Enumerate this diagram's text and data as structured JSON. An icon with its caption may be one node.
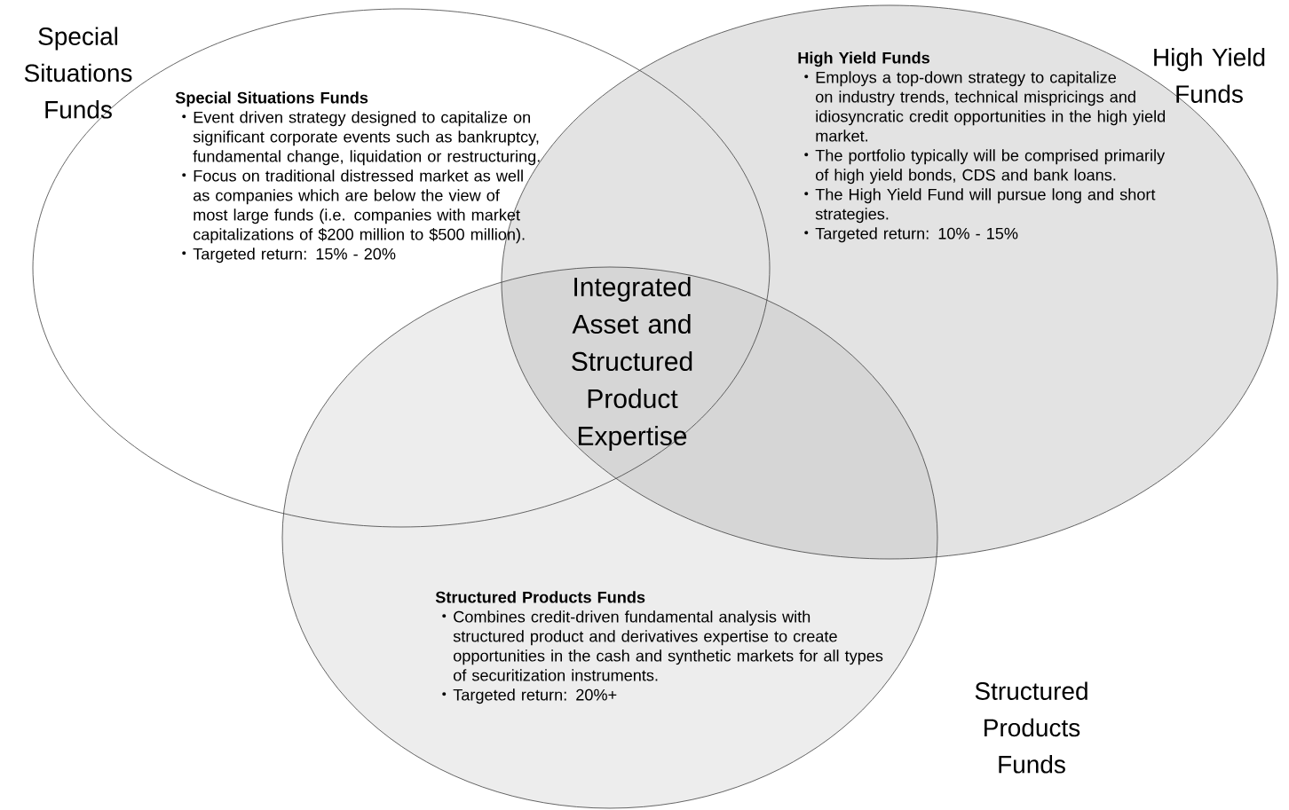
{
  "diagram": {
    "nodes": [
      {
        "text": [
          "Special Situations Funds",
          "Special Situations Funds",
          "Event driven strategy designed to capitalize on significant corporate events such as bankruptcy, fundamental change, liquidation or restructuring.",
          "Focus on traditional distressed market as well as companies which are below the view of most large funds (i.e. companies with market capitalizations of $200 million to $500 million).",
          "Targeted return: 15% - 20%"
        ]
      },
      {
        "text": [
          "High Yield Funds",
          "High Yield Funds",
          "Employs a top-down strategy to capitalize on industry trends, technical mispricings and idiosyncratic credit opportunities in the high yield market.",
          "The portfolio typically will be comprised primarily of high yield bonds, CDS and bank loans.",
          "The High Yield Fund will pursue long and short strategies.",
          "Targeted return: 10% - 15%"
        ]
      },
      {
        "text": [
          "Structured Products Funds",
          "Structured Products Funds",
          "Combines credit-driven fundamental analysis with structured product and derivatives expertise to create opportunities in the cash and synthetic markets for all types of securitization instruments.",
          "Targeted return: 20%+"
        ]
      }
    ],
    "labels": [
      "Integrated Asset and Structured Product Expertise"
    ]
  }
}
